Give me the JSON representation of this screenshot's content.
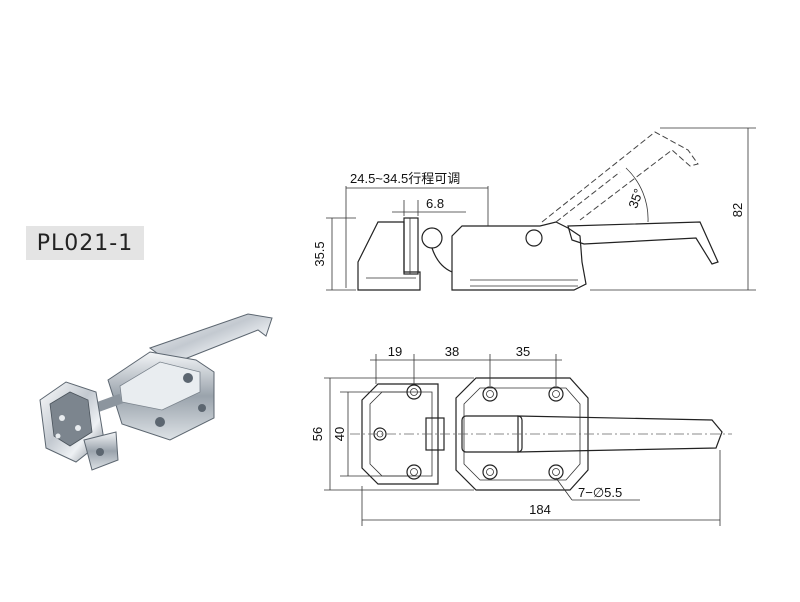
{
  "model": "PL021-1",
  "colors": {
    "metal_light": "#eef1f4",
    "metal_mid": "#b9c0c8",
    "metal_dark": "#5c6670",
    "line": "#222222",
    "tag_bg": "#e4e4e4"
  },
  "side_view": {
    "travel_note": "24.5~34.5行程可调",
    "dim_gap": "6.8",
    "dim_height": "35.5",
    "dim_total_height": "82",
    "dim_angle": "35°"
  },
  "top_view": {
    "dim_a": "19",
    "dim_b": "38",
    "dim_c": "35",
    "dim_outer_height": "56",
    "dim_inner_height": "40",
    "dim_holes": "7−∅5.5",
    "dim_length": "184"
  }
}
